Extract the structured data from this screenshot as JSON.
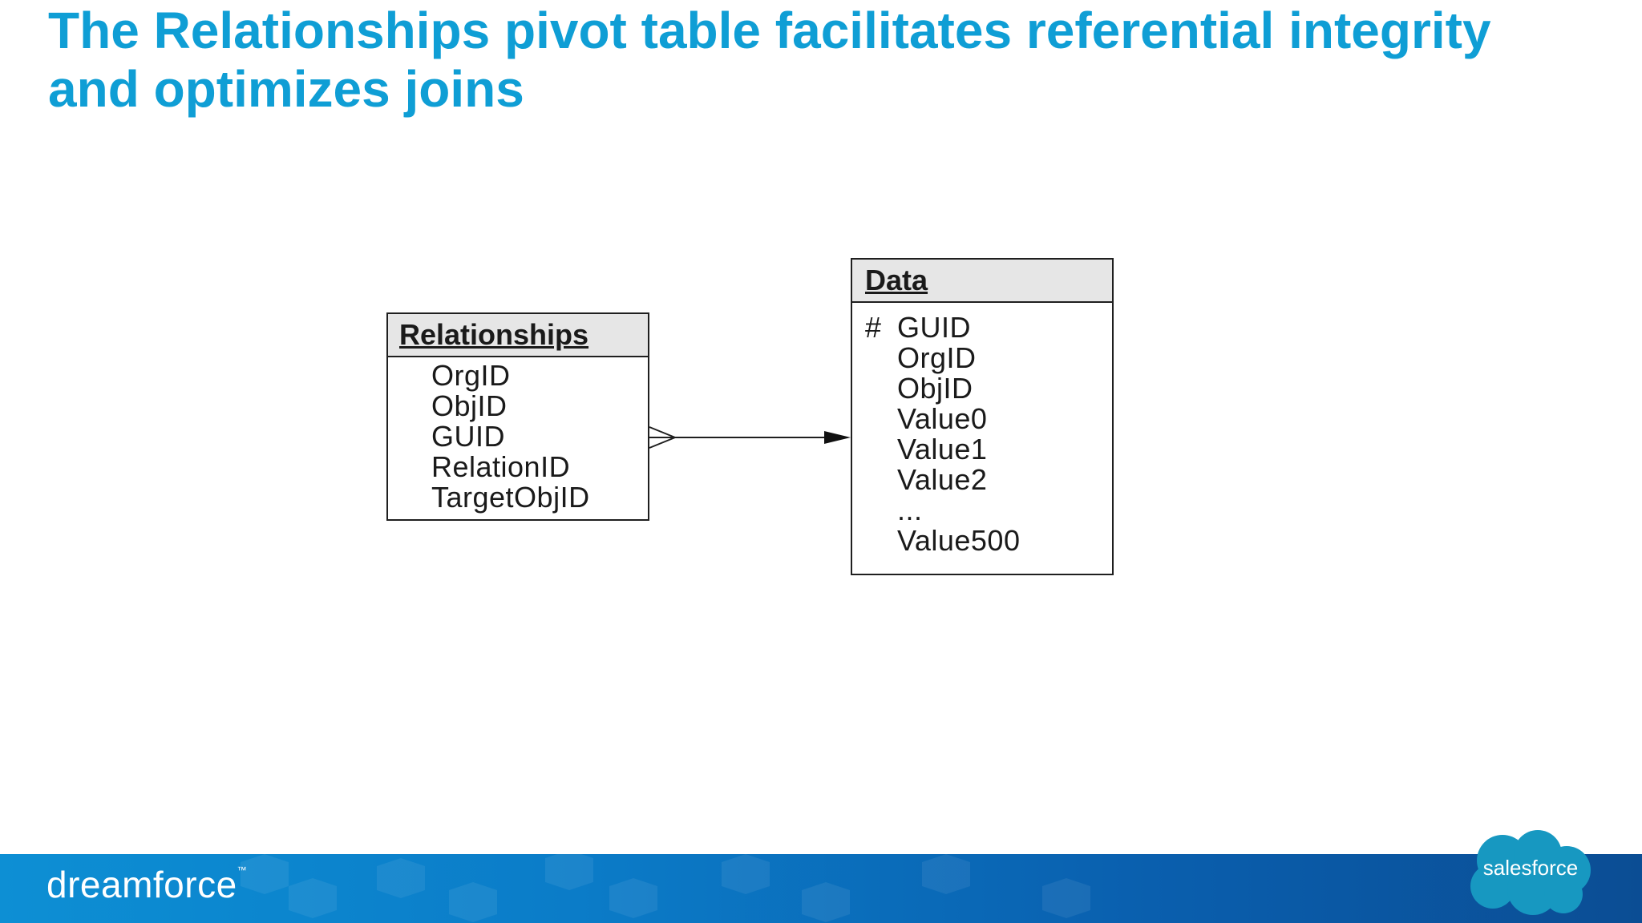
{
  "slide": {
    "title": "The Relationships pivot table facilitates referential integrity and optimizes joins"
  },
  "diagram": {
    "entities": [
      {
        "name": "Relationships",
        "fields": [
          {
            "marker": "",
            "name": "OrgID"
          },
          {
            "marker": "",
            "name": "ObjID"
          },
          {
            "marker": "",
            "name": "GUID"
          },
          {
            "marker": "",
            "name": "RelationID"
          },
          {
            "marker": "",
            "name": "TargetObjID"
          }
        ]
      },
      {
        "name": "Data",
        "fields": [
          {
            "marker": "#",
            "name": "GUID"
          },
          {
            "marker": "",
            "name": "OrgID"
          },
          {
            "marker": "",
            "name": "ObjID"
          },
          {
            "marker": "",
            "name": "Value0"
          },
          {
            "marker": "",
            "name": "Value1"
          },
          {
            "marker": "",
            "name": "Value2"
          },
          {
            "marker": "",
            "name": "..."
          },
          {
            "marker": "",
            "name": "Value500"
          }
        ]
      }
    ],
    "relationship": {
      "from": "Relationships",
      "to": "Data",
      "from_end": "crow's foot (many)",
      "to_end": "arrow (one)"
    }
  },
  "footer": {
    "event_logo": "dreamforce",
    "brand_logo": "salesforce",
    "brand_color": "#0F9ED5",
    "footer_color": "#0b7cc8"
  }
}
